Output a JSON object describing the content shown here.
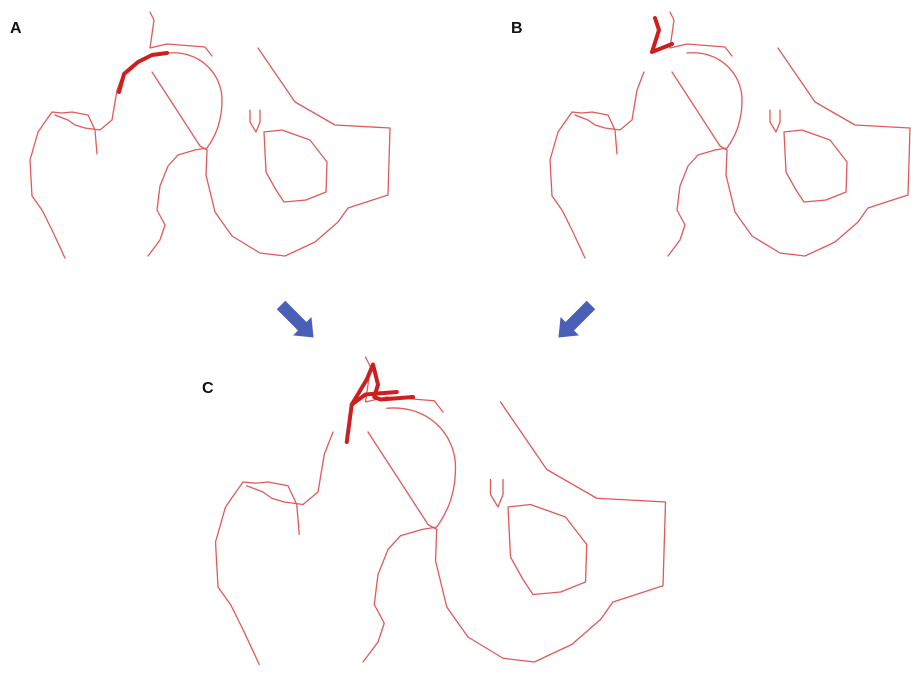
{
  "panels": [
    {
      "label": "A"
    },
    {
      "label": "B"
    },
    {
      "label": "C"
    }
  ],
  "colors": {
    "outline": "#e05a5a",
    "highlight": "#cc1f1f",
    "arrow": "#4a5fb8"
  }
}
